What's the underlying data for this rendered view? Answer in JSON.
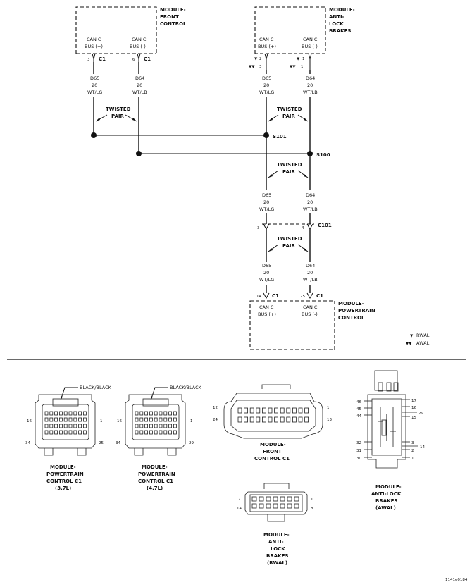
{
  "modules": {
    "front_control": [
      "MODULE-",
      "FRONT",
      "CONTROL"
    ],
    "abs_top": [
      "MODULE-",
      "ANTI-",
      "LOCK",
      "BRAKES"
    ],
    "powertrain": [
      "MODULE-",
      "POWERTRAIN",
      "CONTROL"
    ]
  },
  "pins": {
    "can_c": "CAN C",
    "bus_pos": "BUS (+)",
    "bus_neg": "BUS (-)",
    "fcm_pin_a": "3",
    "fcm_pin_b": "6",
    "abs_pin_a1": "2",
    "abs_pin_a2": "3",
    "abs_pin_b1": "1",
    "abs_pin_b2": "1",
    "pcm_pin_a": "14",
    "pcm_pin_b": "25",
    "c101_pin_a": "3",
    "c101_pin_b": "4"
  },
  "connectors": {
    "c1": "C1",
    "c101": "C101"
  },
  "wires": {
    "d65": {
      "circuit": "D65",
      "gauge": "20",
      "color": "WT/LG"
    },
    "d64": {
      "circuit": "D64",
      "gauge": "20",
      "color": "WT/LB"
    }
  },
  "twisted_pair": [
    "TWISTED",
    "PAIR"
  ],
  "splices": {
    "s101": "S101",
    "s100": "S100"
  },
  "legend": {
    "rwal_marker": "▼",
    "rwal": "RWAL",
    "awal_marker": "▼▼",
    "awal": "AWAL"
  },
  "connector_views": {
    "pcm37": {
      "callout": "BLACK/BLACK",
      "caption": [
        "MODULE-",
        "POWERTRAIN",
        "CONTROL C1",
        "(3.7L)"
      ],
      "pins": [
        "16",
        "1",
        "34",
        "25"
      ]
    },
    "pcm47": {
      "callout": "BLACK/BLACK",
      "caption": [
        "MODULE-",
        "POWERTRAIN",
        "CONTROL C1",
        "(4.7L)"
      ],
      "pins": [
        "16",
        "1",
        "34",
        "29"
      ]
    },
    "fcm": {
      "caption": [
        "MODULE-",
        "FRONT",
        "CONTROL C1"
      ],
      "pins": [
        "12",
        "1",
        "24",
        "13"
      ]
    },
    "abs_rwal": {
      "caption": [
        "MODULE-",
        "ANTI-",
        "LOCK",
        "BRAKES",
        "(RWAL)"
      ],
      "pins": [
        "7",
        "1",
        "14",
        "8"
      ]
    },
    "abs_awal": {
      "caption": [
        "MODULE-",
        "ANTI-LOCK",
        "BRAKES",
        "(AWAL)"
      ],
      "left_pins": [
        "46",
        "45",
        "44",
        "32",
        "31",
        "30"
      ],
      "right_pins": [
        "17",
        "16",
        "29",
        "15",
        "3",
        "2",
        "14",
        "1"
      ]
    }
  },
  "figure_id": "1141e0184"
}
